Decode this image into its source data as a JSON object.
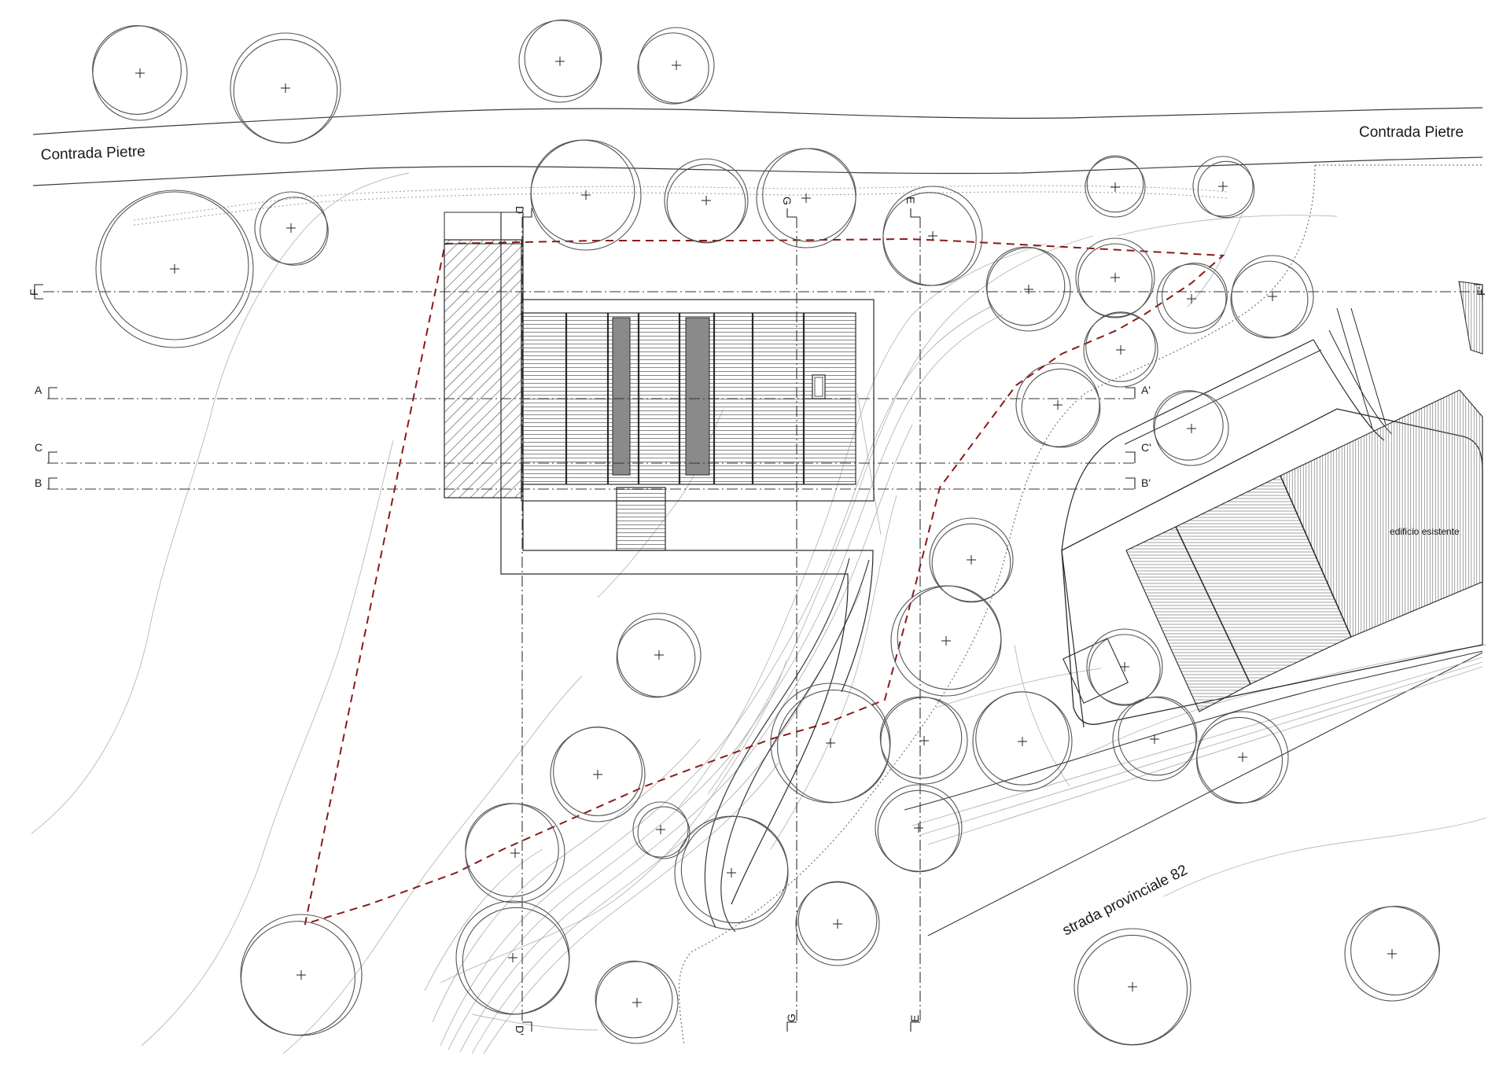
{
  "labels": {
    "road_top_left": "Contrada Pietre",
    "road_top_right": "Contrada Pietre",
    "road_bottom": "strada provinciale 82",
    "existing_building": "edificio esistente"
  },
  "section_marks": {
    "a": "A",
    "a_prime": "A'",
    "b": "B",
    "b_prime": "B'",
    "c": "C",
    "c_prime": "C'",
    "d": "D",
    "d_prime": "D'",
    "e": "E",
    "e_bottom": "E",
    "f": "F",
    "f_prime": "F'",
    "g": "G",
    "g_bottom": "G"
  },
  "colors": {
    "line": "#3a3a3a",
    "contour": "#b4b4b4",
    "boundary": "#8b1a1a",
    "tree": "#555555"
  }
}
